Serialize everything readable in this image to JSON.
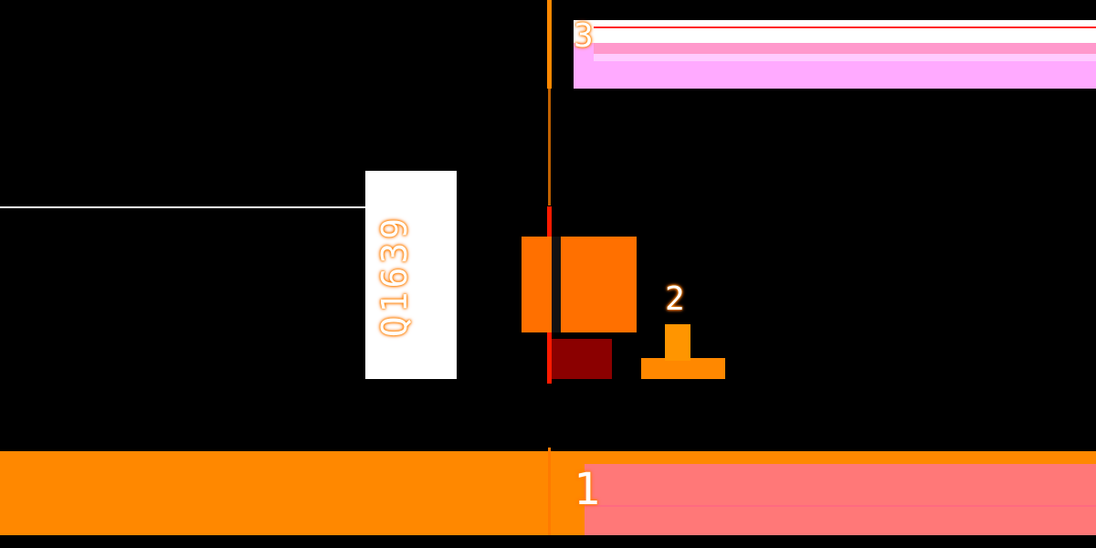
{
  "diagram": {
    "type": "schematic-transistor-footprint",
    "component": {
      "designator": "Q1639",
      "pins": [
        {
          "number": "3",
          "position": "top"
        },
        {
          "number": "2",
          "position": "right"
        },
        {
          "number": "1",
          "position": "bottom"
        }
      ]
    },
    "colors": {
      "background": "#000000",
      "trace_orange": "#ff8800",
      "body_orange": "#ff7000",
      "pin_red": "#ff1a00",
      "dark_red": "#8b0000",
      "net_pink": "#ff7878",
      "net_magenta": "#ffaaff",
      "wire_white": "#ffffff"
    }
  }
}
